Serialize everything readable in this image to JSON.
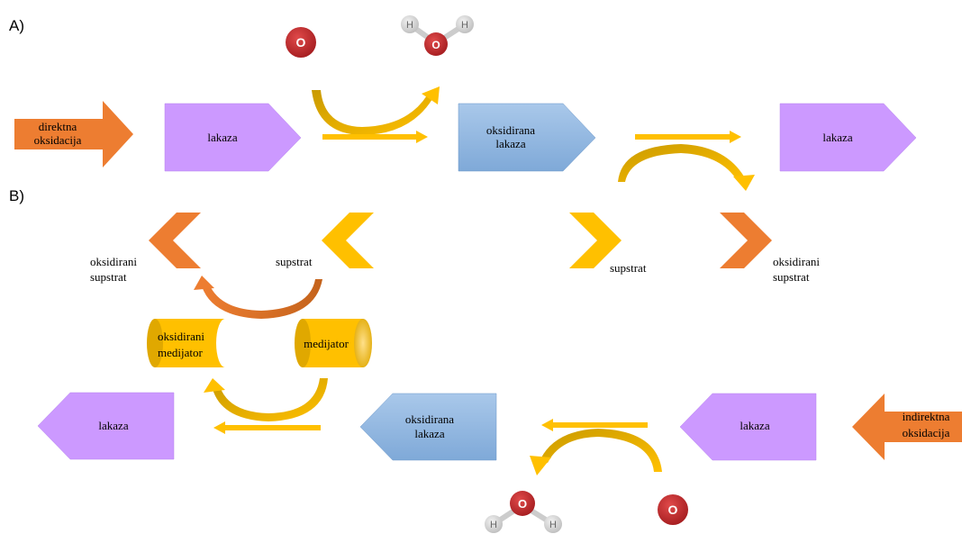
{
  "labels": {
    "panel_a": "A)",
    "panel_b": "B)"
  },
  "panel_a": {
    "start_arrow": [
      "direktna",
      "oksidacija"
    ],
    "laccase_1": "lakaza",
    "oxidized_laccase": [
      "oksidirana",
      "lakaza"
    ],
    "laccase_2": "lakaza",
    "oxygen_atom": "O",
    "water": {
      "center": "O",
      "left": "H",
      "right": "H"
    }
  },
  "panel_b": {
    "start_arrow": [
      "indirektna",
      "oksidacija"
    ],
    "laccase_right": "lakaza",
    "oxidized_laccase": [
      "oksidirana",
      "lakaza"
    ],
    "laccase_left": "lakaza",
    "mediator": "medijator",
    "oxidized_mediator": [
      "oksidirani",
      "medijator"
    ],
    "substrate_left": "supstrat",
    "oxidized_substrate_left": [
      "oksidirani",
      "supstrat"
    ],
    "substrate_right": "supstrat",
    "oxidized_substrate_right": [
      "oksidirani",
      "supstrat"
    ],
    "oxygen_atom": "O",
    "water": {
      "center": "O",
      "left": "H",
      "right": "H"
    }
  },
  "colors": {
    "orange": "#ED7D31",
    "purple": "#CC99FF",
    "blue_light": "#BDD7EE",
    "blue": "#8FB5DE",
    "gold": "#FFC000",
    "gold_dark": "#C9A000",
    "oxygen": "#C0282B"
  }
}
